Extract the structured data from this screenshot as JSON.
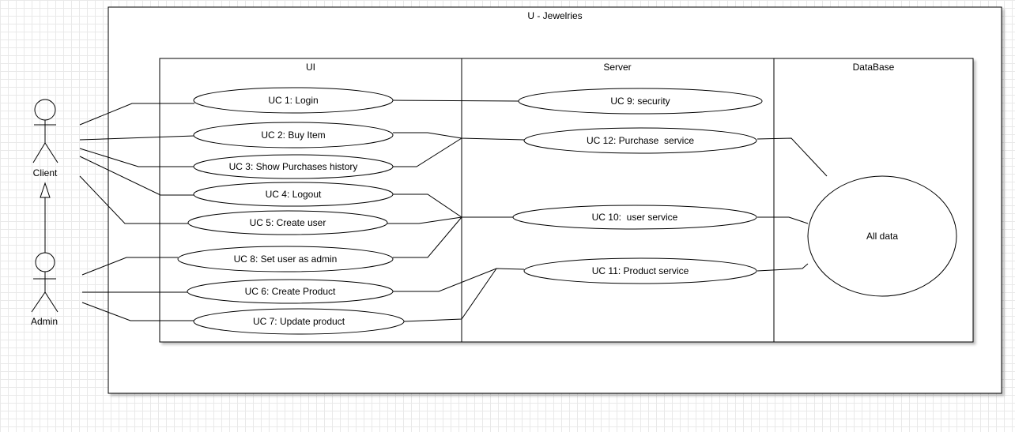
{
  "diagram": {
    "system_title": "U - Jewelries",
    "swimlanes": {
      "ui": "UI",
      "server": "Server",
      "database": "DataBase"
    },
    "actors": {
      "client": "Client",
      "admin": "Admin"
    },
    "use_cases": {
      "uc1": "UC 1: Login",
      "uc2": "UC 2: Buy Item",
      "uc3": "UC 3: Show Purchases history",
      "uc4": "UC 4: Logout",
      "uc5": "UC 5: Create user",
      "uc8": "UC 8: Set user as admin",
      "uc6": "UC 6: Create Product",
      "uc7": "UC 7: Update product",
      "uc9": "UC 9: security",
      "uc12": "UC 12: Purchase  service",
      "uc10": "UC 10:  user service",
      "uc11": "UC 11: Product service"
    },
    "data_store": "All data"
  }
}
